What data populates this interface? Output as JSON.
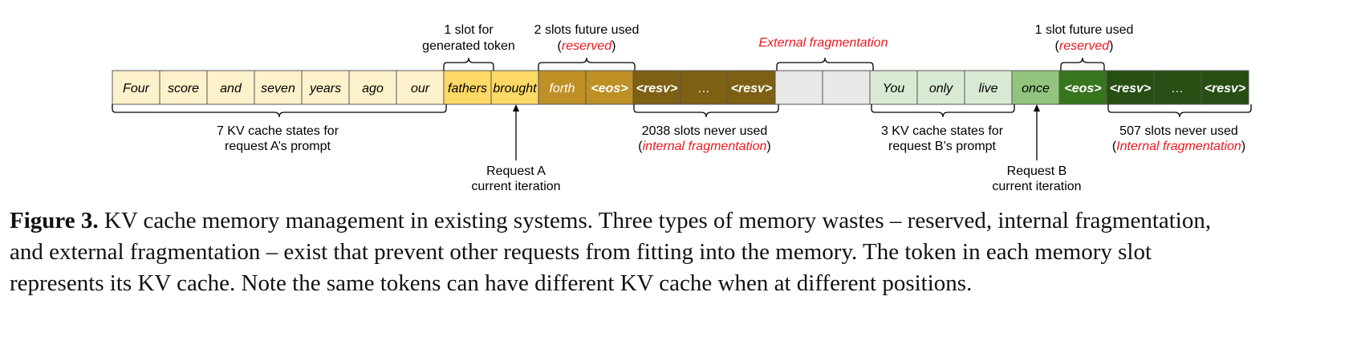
{
  "slot_groups": [
    {
      "label": "Four",
      "fill": "#fef2cc",
      "text_color": "#000000",
      "bold": false
    },
    {
      "label": "score",
      "fill": "#fef2cc",
      "text_color": "#000000",
      "bold": false
    },
    {
      "label": "and",
      "fill": "#fef2cc",
      "text_color": "#000000",
      "bold": false
    },
    {
      "label": "seven",
      "fill": "#fef2cc",
      "text_color": "#000000",
      "bold": false
    },
    {
      "label": "years",
      "fill": "#fef2cc",
      "text_color": "#000000",
      "bold": false
    },
    {
      "label": "ago",
      "fill": "#fef2cc",
      "text_color": "#000000",
      "bold": false
    },
    {
      "label": "our",
      "fill": "#fef2cc",
      "text_color": "#000000",
      "bold": false
    },
    {
      "label": "fathers",
      "fill": "#ffd966",
      "text_color": "#000000",
      "bold": false
    },
    {
      "label": "brought",
      "fill": "#ffd966",
      "text_color": "#000000",
      "bold": false
    },
    {
      "label": "forth",
      "fill": "#bf9026",
      "text_color": "#ffffff",
      "bold": false
    },
    {
      "label": "<eos>",
      "fill": "#bf9026",
      "text_color": "#ffffff",
      "bold": true
    },
    {
      "label": "<resv>",
      "fill": "#7e6015",
      "text_color": "#ffffff",
      "bold": true
    },
    {
      "label": "…",
      "fill": "#7e6015",
      "text_color": "#ffffff",
      "bold": false
    },
    {
      "label": "<resv>",
      "fill": "#7e6015",
      "text_color": "#ffffff",
      "bold": true
    },
    {
      "label": "",
      "fill": "#e8e8e8",
      "text_color": "#000000",
      "bold": false
    },
    {
      "label": "",
      "fill": "#e8e8e8",
      "text_color": "#000000",
      "bold": false
    },
    {
      "label": "You",
      "fill": "#d9ead3",
      "text_color": "#000000",
      "bold": false
    },
    {
      "label": "only",
      "fill": "#d9ead3",
      "text_color": "#000000",
      "bold": false
    },
    {
      "label": "live",
      "fill": "#d9ead3",
      "text_color": "#000000",
      "bold": false
    },
    {
      "label": "once",
      "fill": "#93c47d",
      "text_color": "#000000",
      "bold": false
    },
    {
      "label": "<eos>",
      "fill": "#38761d",
      "text_color": "#ffffff",
      "bold": true
    },
    {
      "label": "<resv>",
      "fill": "#274e13",
      "text_color": "#ffffff",
      "bold": true
    },
    {
      "label": "…",
      "fill": "#274e13",
      "text_color": "#ffffff",
      "bold": false
    },
    {
      "label": "<resv>",
      "fill": "#274e13",
      "text_color": "#ffffff",
      "bold": true
    }
  ],
  "annotations": {
    "one_slot_generated": [
      "1 slot for",
      "generated token"
    ],
    "two_slots_future": "2 slots future used",
    "reserved_a": "reserved",
    "external_fragmentation": "External fragmentation",
    "one_slot_future": "1 slot future used",
    "reserved_b": "reserved",
    "kv_states_a": [
      "7 KV cache states for",
      "request A’s prompt"
    ],
    "never_used_a": "2038 slots never used",
    "internal_frag_a": "internal fragmentation",
    "kv_states_b": [
      "3 KV cache states for",
      "request B’s prompt"
    ],
    "never_used_b": "507 slots never used",
    "internal_frag_b": "Internal fragmentation",
    "request_a": [
      "Request A",
      "current iteration"
    ],
    "request_b": [
      "Request B",
      "current iteration"
    ]
  },
  "caption": {
    "label": "Figure 3.",
    "line1": " KV cache memory management in existing systems. Three types of memory wastes – reserved, internal fragmentation,",
    "line2": "and external fragmentation – exist that prevent other requests from fitting into the memory. The token in each memory slot",
    "line3": "represents its KV cache. Note the same tokens can have different KV cache when at different positions."
  }
}
